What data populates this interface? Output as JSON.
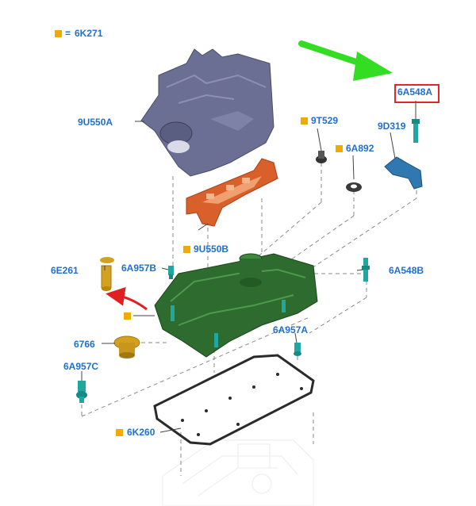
{
  "legend": {
    "code": "6K271",
    "prefix": "=",
    "marker_color": "#f2a900"
  },
  "highlight": {
    "code": "6A548A",
    "border_color": "#e0282c"
  },
  "labels": {
    "cover": "9U550A",
    "gasket_top": "9U550B",
    "grommet": "9T529",
    "seal_ring": "6A892",
    "bracket": "9D319",
    "pin_top": "6A957B",
    "pin_mid": "6A957A",
    "pin_low": "6A957C",
    "stud": "6A548B",
    "oil_filler": "6E261",
    "cap": "6766",
    "gasket_bottom": "6K260"
  },
  "colors": {
    "label": "#1f6fd0",
    "arrow_green": "#33dd22",
    "arrow_red": "#e02020",
    "cover": "#6b6f94",
    "gasket": "#d9602a",
    "valve_cover": "#2e6b2e",
    "bracket": "#2f78b0",
    "pin": "#20a8a0",
    "brass": "#d4a020"
  }
}
